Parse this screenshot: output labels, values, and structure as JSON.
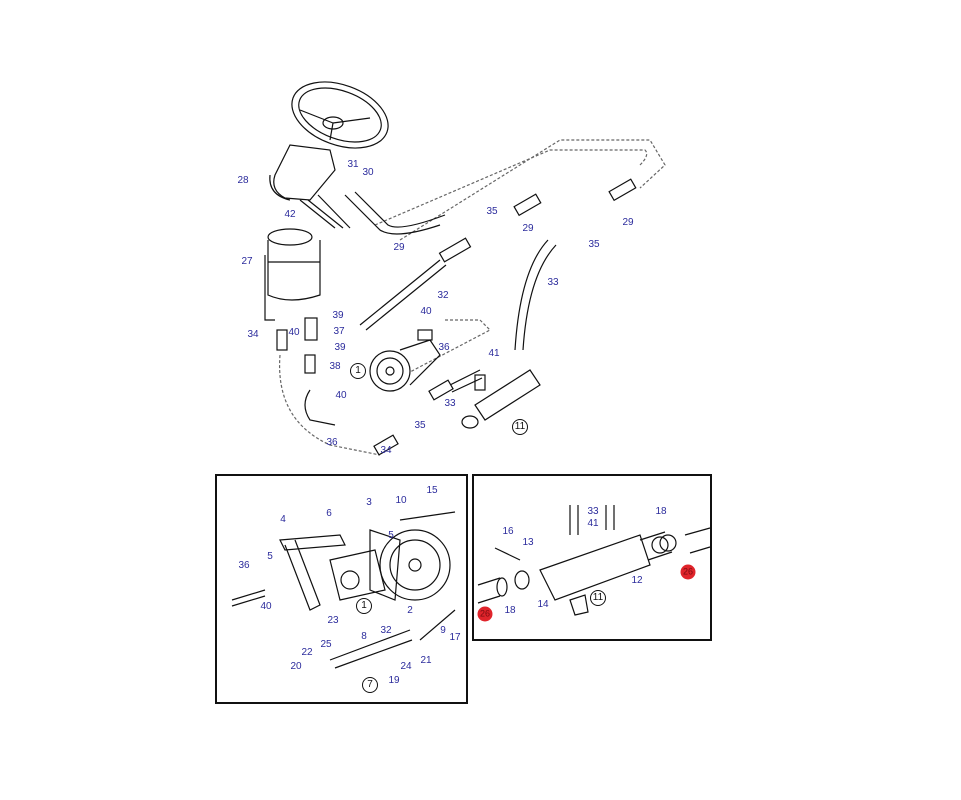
{
  "main_view": {
    "callouts": [
      "28",
      "31",
      "30",
      "42",
      "29",
      "35",
      "29",
      "35",
      "29",
      "27",
      "32",
      "33",
      "39",
      "40",
      "34",
      "37",
      "40",
      "36",
      "39",
      "41",
      "1",
      "38",
      "40",
      "33",
      "35",
      "11",
      "36",
      "34"
    ],
    "circled": [
      "1",
      "11"
    ]
  },
  "pump_detail": {
    "callouts": [
      "15",
      "10",
      "3",
      "6",
      "4",
      "5",
      "36",
      "5",
      "40",
      "1",
      "2",
      "23",
      "32",
      "9",
      "17",
      "8",
      "25",
      "22",
      "21",
      "24",
      "20",
      "7",
      "19"
    ],
    "circled": [
      "1",
      "7"
    ]
  },
  "cooler_detail": {
    "callouts": [
      "33",
      "41",
      "18",
      "16",
      "13",
      "26",
      "12",
      "11",
      "18",
      "14",
      "26"
    ],
    "circled": [
      "11"
    ],
    "highlighted": [
      "26"
    ]
  },
  "colors": {
    "callout_text": "#2b2b9c",
    "highlight": "#e0242b",
    "line": "#111111"
  }
}
